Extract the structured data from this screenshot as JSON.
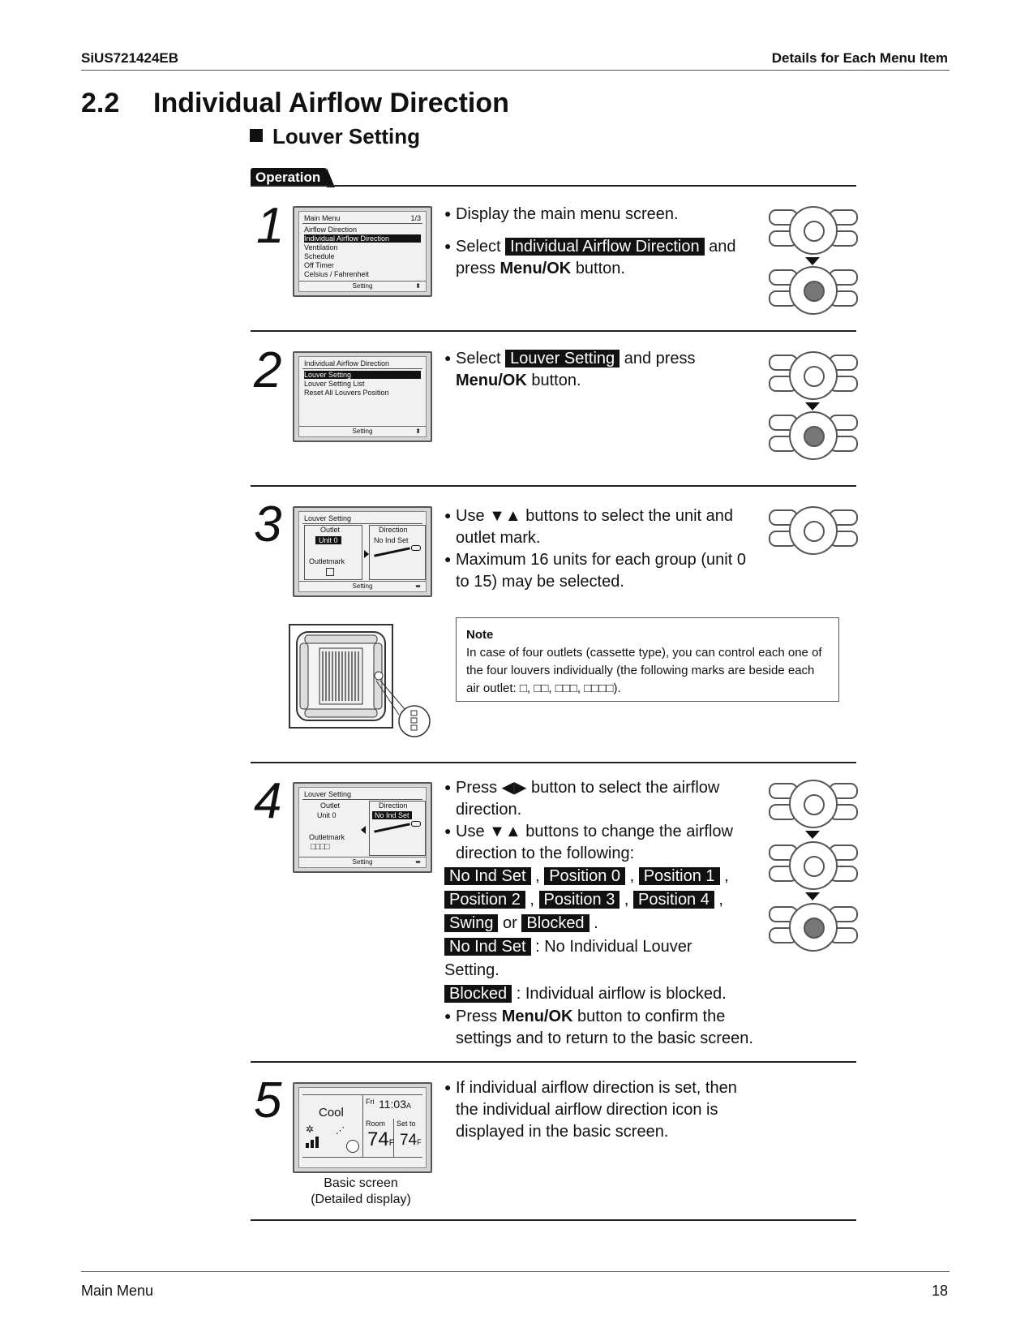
{
  "header": {
    "doc_id": "SiUS721424EB",
    "section": "Details for Each Menu Item"
  },
  "section": {
    "number": "2.2",
    "title": "Individual Airflow Direction",
    "subtitle": "Louver Setting",
    "tab": "Operation"
  },
  "step1": {
    "num": "1",
    "lcd_title": "Main Menu",
    "lcd_page": "1/3",
    "lcd_items": [
      "Airflow Direction",
      "Individual Airflow Direction",
      "Ventilation",
      "Schedule",
      "Off Timer",
      "Celsius / Fahrenheit"
    ],
    "lcd_foot": "Setting",
    "b1": "Display the main menu screen.",
    "b2_pre": "Select",
    "b2_tag": "Individual Airflow Direction",
    "b2_post": "and",
    "b2_line2_pre": "press",
    "b2_bold": "Menu/OK",
    "b2_line2_post": "button."
  },
  "step2": {
    "num": "2",
    "lcd_title": "Individual Airflow Direction",
    "lcd_items": [
      "Louver Setting",
      "Louver Setting List",
      "Reset All Louvers Position"
    ],
    "lcd_foot": "Setting",
    "b1_pre": "Select",
    "b1_tag": "Louver Setting",
    "b1_post": "and press",
    "b1_bold": "Menu/OK",
    "b1_line2_post": "button."
  },
  "step3": {
    "num": "3",
    "lcd_title": "Louver Setting",
    "lcd_outlet": "Outlet",
    "lcd_unit": "Unit 0",
    "lcd_outletmark": "Outletmark",
    "lcd_direction": "Direction",
    "lcd_noind": "No Ind Set",
    "lcd_foot": "Setting",
    "b1_a": "Use ▼▲ buttons to select the unit and",
    "b1_b": "outlet mark.",
    "b2_a": "Maximum 16 units for each group (unit 0",
    "b2_b": "to 15) may be selected.",
    "note_title": "Note",
    "note_text": "In case of four outlets (cassette type), you can control each one of the four louvers individually (the following marks are beside each air outlet: □, □□, □□□, □□□□)."
  },
  "step4": {
    "num": "4",
    "lcd_title": "Louver Setting",
    "lcd_outlet": "Outlet",
    "lcd_unit": "Unit 0",
    "lcd_outletmark": "Outletmark",
    "lcd_marks": "□□□□",
    "lcd_direction": "Direction",
    "lcd_noind": "No Ind Set",
    "lcd_foot": "Setting",
    "b1_a": "Press ◀▶ button to select the airflow",
    "b1_b": "direction.",
    "b2_a": "Use ▼▲ buttons to change the airflow",
    "b2_b": "direction to the following:",
    "tags": [
      "No Ind Set",
      "Position 0",
      "Position 1",
      "Position 2",
      "Position 3",
      "Position 4",
      "Swing",
      "Blocked"
    ],
    "or": "or",
    "def1_tag": "No Ind Set",
    "def1_a": ": No Individual Louver",
    "def1_b": "Setting.",
    "def2_tag": "Blocked",
    "def2_text": ": Individual airflow is blocked.",
    "b3_pre": "Press",
    "b3_bold": "Menu/OK",
    "b3_post": "button to confirm the",
    "b3_b": "settings and to return to the basic screen."
  },
  "step5": {
    "num": "5",
    "lcd_mode": "Cool",
    "lcd_day": "Fri",
    "lcd_time": "11:03",
    "lcd_ampm": "A",
    "lcd_room": "Room",
    "lcd_setto": "Set to",
    "lcd_temp1": "74",
    "lcd_temp2": "74",
    "lcd_unit": "F",
    "caption1": "Basic screen",
    "caption2": "(Detailed display)",
    "b1_a": "If individual airflow direction is set, then",
    "b1_b": "the individual airflow direction icon is",
    "b1_c": "displayed in the basic screen."
  },
  "footer": {
    "left": "Main Menu",
    "page": "18"
  }
}
